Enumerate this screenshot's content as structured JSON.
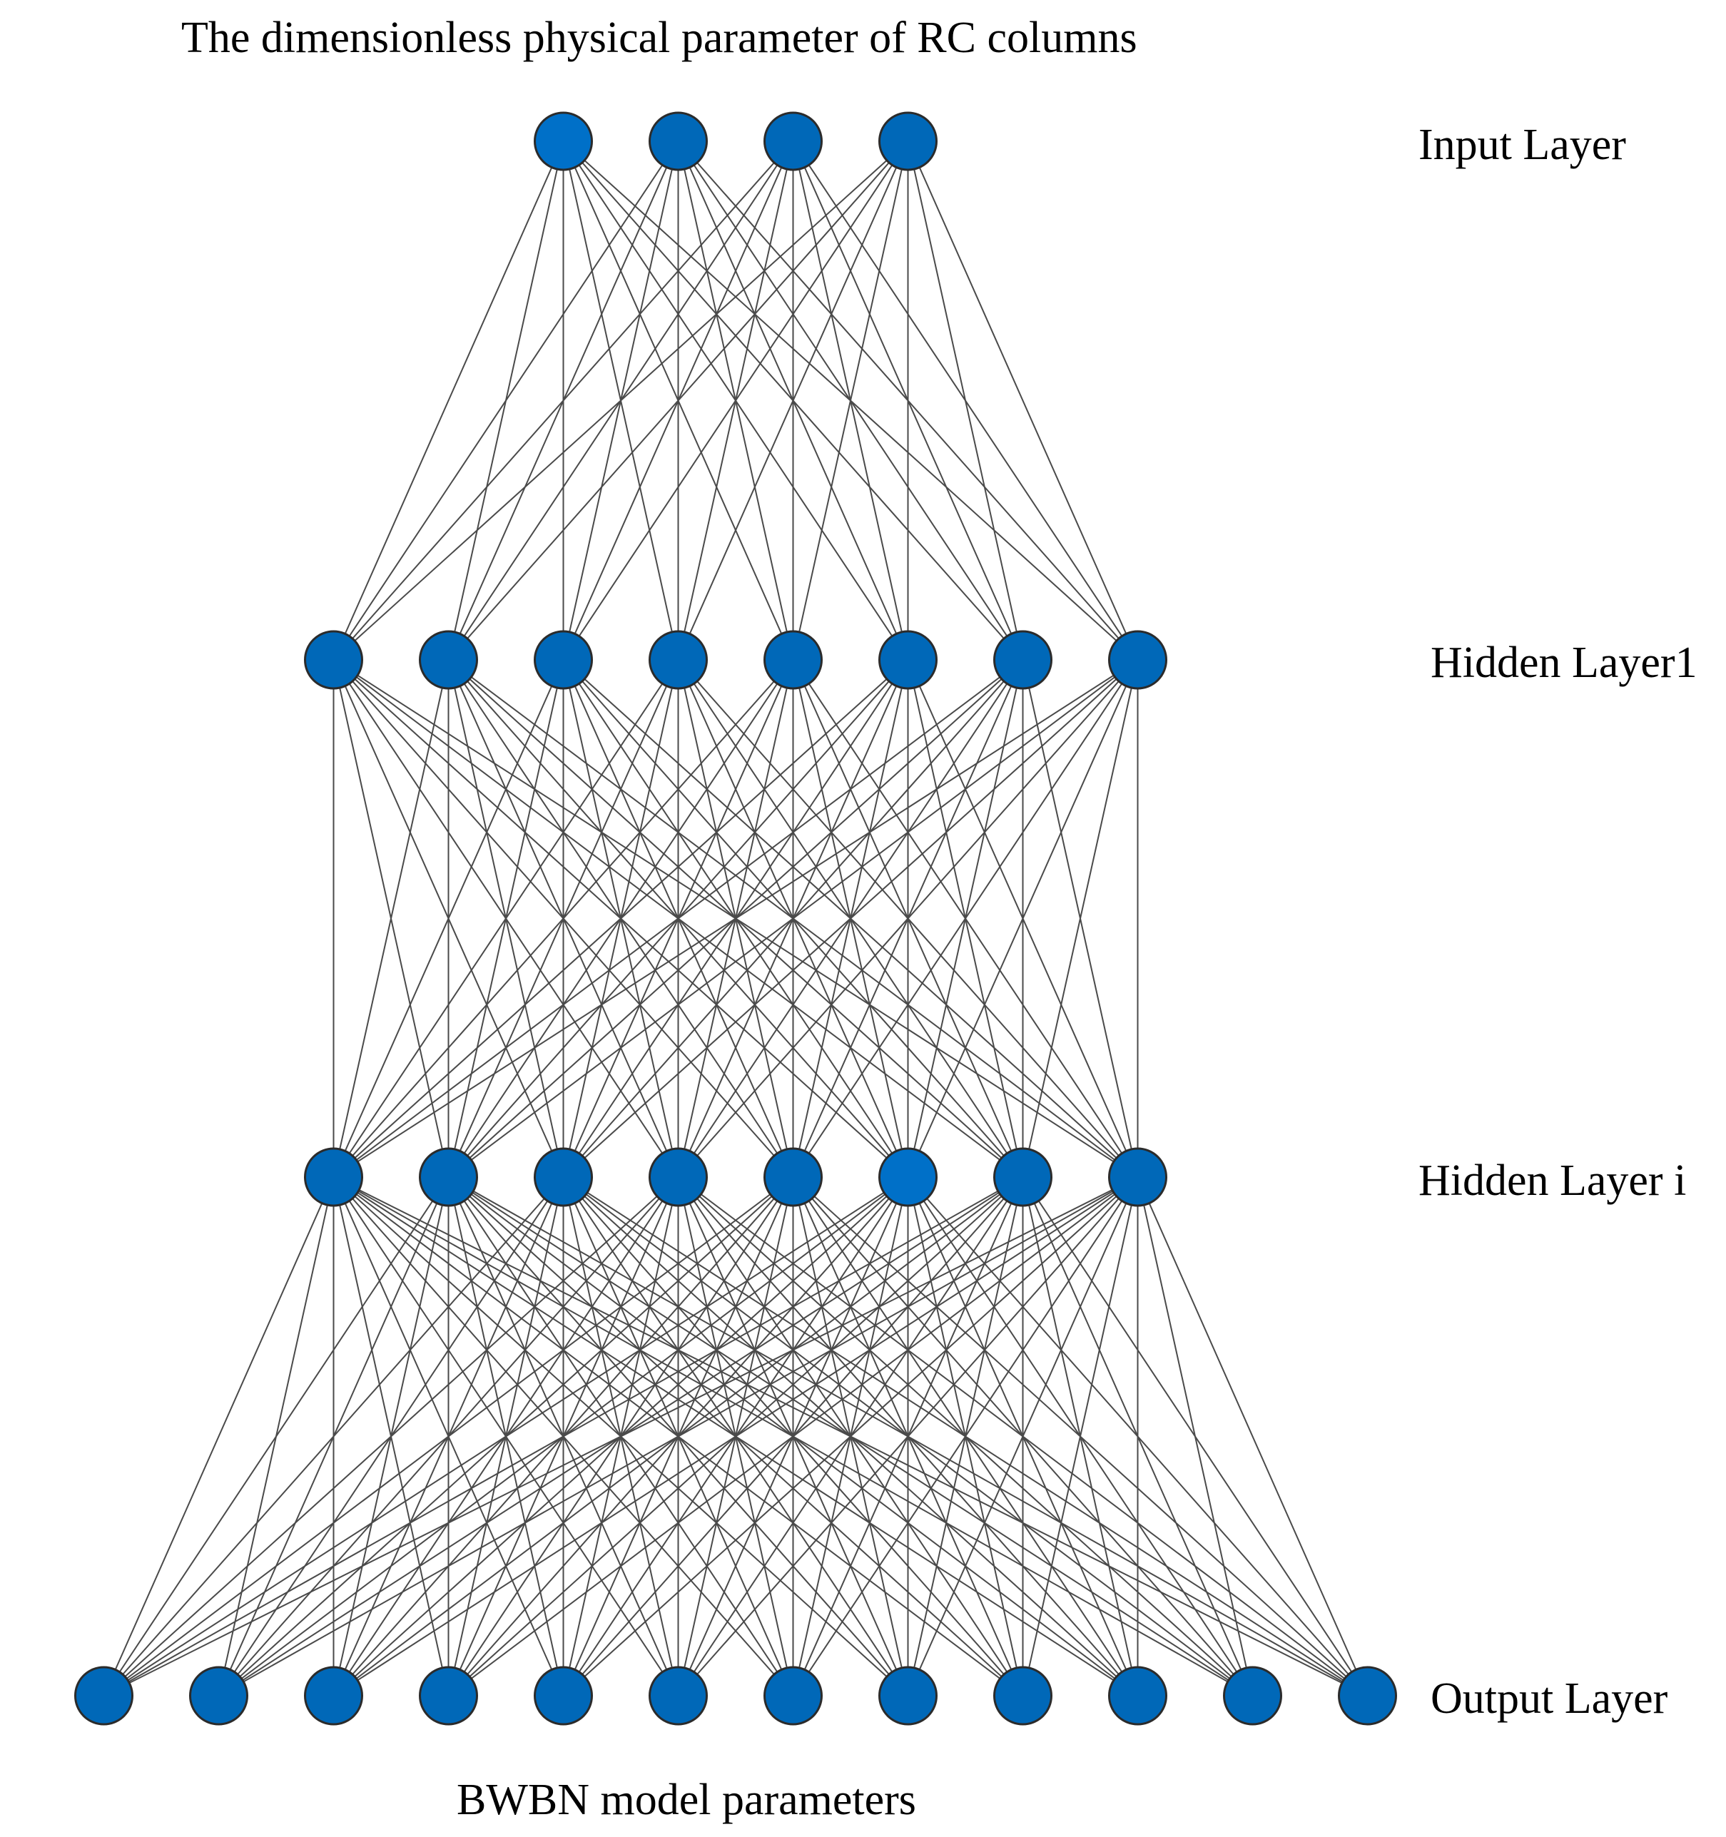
{
  "title": "The dimensionless physical parameter of RC columns",
  "footer": "BWBN model parameters",
  "colors": {
    "node_fill": "#0068B8",
    "node_fill_highlight": "#0070C8",
    "edge": "#4a4a4a",
    "node_stroke": "#2b2b2b"
  },
  "layers": [
    {
      "label": "Input Layer",
      "nodes": 4,
      "highlight": [
        0
      ]
    },
    {
      "label": "Hidden Layer1",
      "nodes": 8,
      "highlight": []
    },
    {
      "label": "Hidden Layer i",
      "nodes": 8,
      "highlight": [
        5
      ]
    },
    {
      "label": "Output Layer",
      "nodes": 12,
      "highlight": []
    }
  ],
  "connectivity": "fully-connected"
}
